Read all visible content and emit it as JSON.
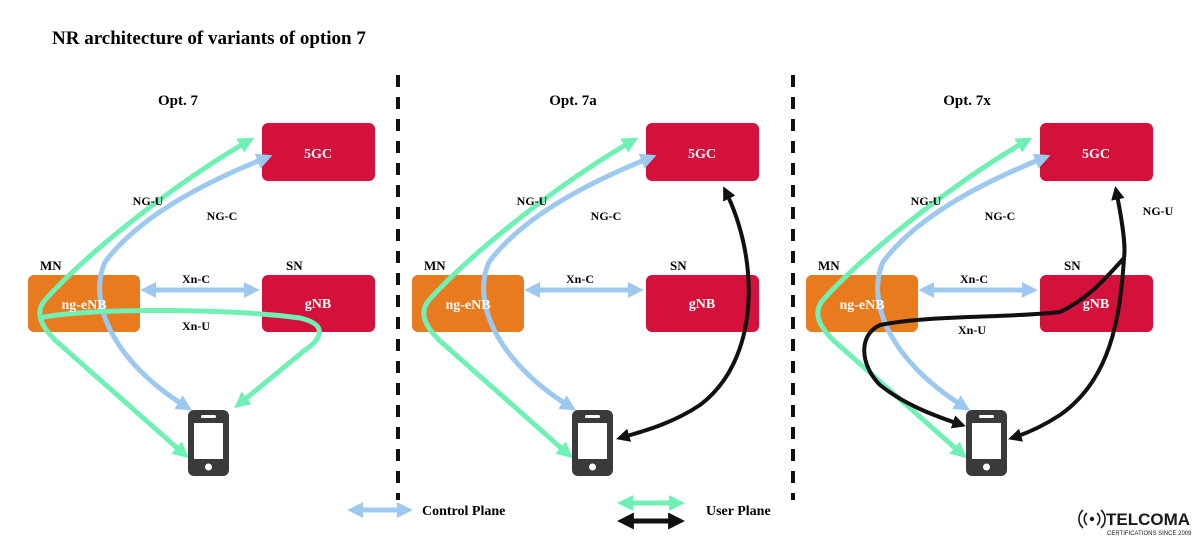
{
  "title": "NR architecture of variants of option 7",
  "colors": {
    "core": "#D3113B",
    "enb": "#E97B1F",
    "control": "#9DC8F0",
    "user": "#6FF0B4",
    "user_alt": "#111111",
    "phone": "#3A3A3A"
  },
  "panels": [
    {
      "heading": "Opt. 7",
      "core_label": "5GC",
      "mn_label": "MN",
      "sn_label": "SN",
      "enb_label": "ng-eNB",
      "gnb_label": "gNB",
      "ngu_label": "NG-U",
      "ngc_label": "NG-C",
      "xnc_label": "Xn-C",
      "xnu_label": "Xn-U"
    },
    {
      "heading": "Opt. 7a",
      "core_label": "5GC",
      "mn_label": "MN",
      "sn_label": "SN",
      "enb_label": "ng-eNB",
      "gnb_label": "gNB",
      "ngu_label": "NG-U",
      "ngc_label": "NG-C",
      "xnc_label": "Xn-C"
    },
    {
      "heading": "Opt. 7x",
      "core_label": "5GC",
      "mn_label": "MN",
      "sn_label": "SN",
      "enb_label": "ng-eNB",
      "gnb_label": "gNB",
      "ngu_label": "NG-U",
      "ngc_label": "NG-C",
      "xnc_label": "Xn-C",
      "xnu_label": "Xn-U",
      "ngu2_label": "NG-U"
    }
  ],
  "legend": {
    "control_label": "Control Plane",
    "user_label": "User Plane"
  },
  "logo": {
    "name": "TELCOMA",
    "tagline": "CERTIFICATIONS SINCE 2009"
  }
}
